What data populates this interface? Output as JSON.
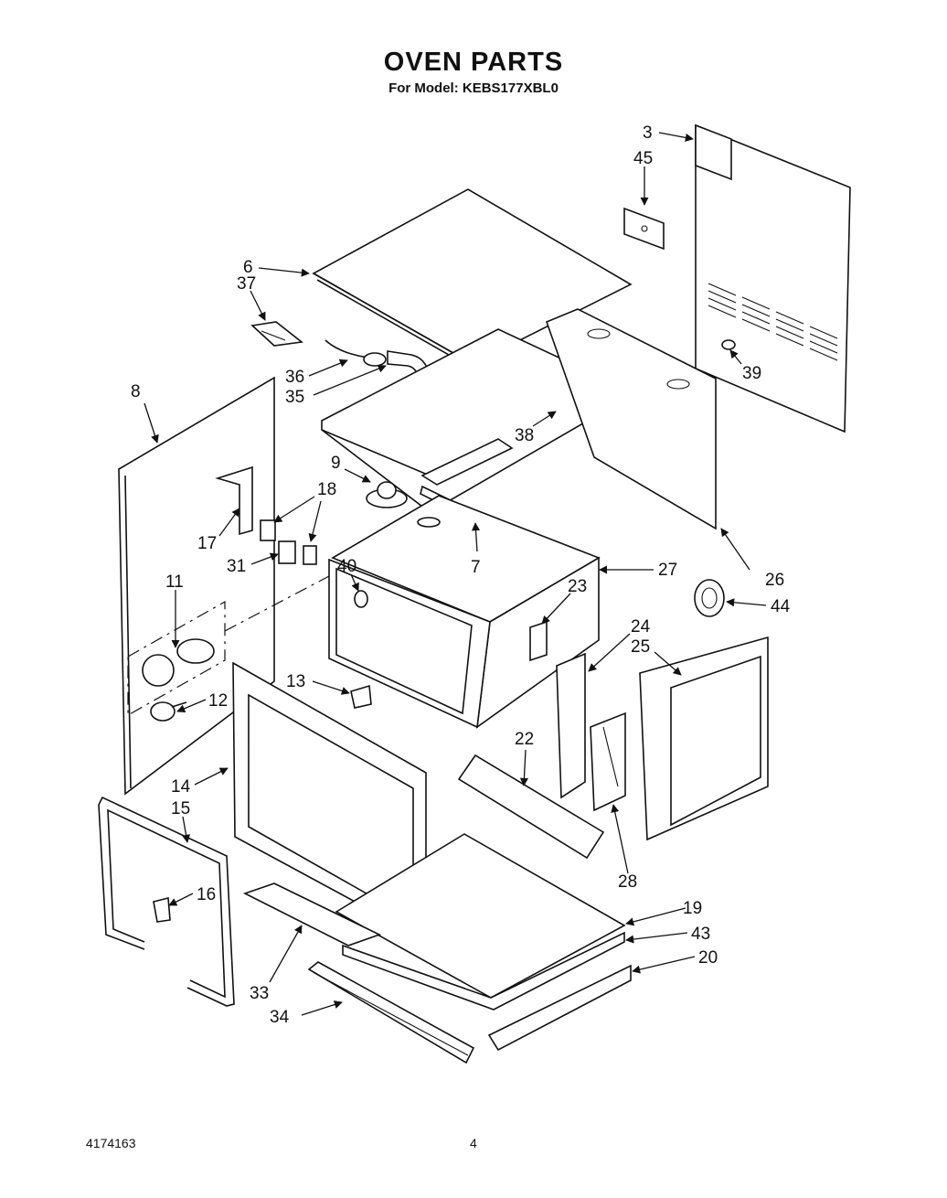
{
  "header": {
    "title": "OVEN PARTS",
    "subtitle": "For Model: KEBS177XBL0"
  },
  "footer": {
    "doc_number": "4174163",
    "page_number": "4"
  },
  "callouts": [
    "3",
    "45",
    "6",
    "37",
    "36",
    "35",
    "39",
    "8",
    "38",
    "9",
    "18",
    "17",
    "31",
    "7",
    "27",
    "26",
    "40",
    "23",
    "11",
    "44",
    "24",
    "25",
    "13",
    "12",
    "22",
    "14",
    "15",
    "28",
    "16",
    "19",
    "43",
    "20",
    "33",
    "34"
  ]
}
